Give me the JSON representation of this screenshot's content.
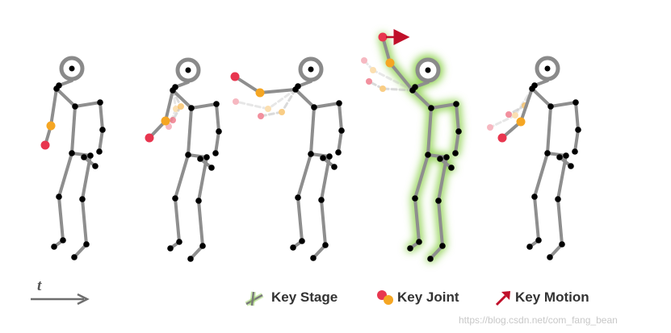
{
  "time_axis": {
    "label": "t"
  },
  "legend": {
    "key_stage": "Key Stage",
    "key_joint": "Key Joint",
    "key_motion": "Key Motion"
  },
  "watermark": "https://blog.csdn.net/com_fang_bean",
  "colors": {
    "bone": "#8e8e8e",
    "joint": "#000000",
    "key_joint_red": "#e8364f",
    "key_joint_orange": "#f5a623",
    "key_motion": "#c0102a",
    "key_stage_glow": "#8fd14f",
    "ghost": "#d9d9d9"
  },
  "figures": [
    {
      "id": "frame-1",
      "key_stage": false,
      "has_trail": false
    },
    {
      "id": "frame-2",
      "key_stage": false,
      "has_trail": true
    },
    {
      "id": "frame-3",
      "key_stage": false,
      "has_trail": true
    },
    {
      "id": "frame-4",
      "key_stage": true,
      "has_trail": true,
      "has_motion_arrow": true
    },
    {
      "id": "frame-5",
      "key_stage": false,
      "has_trail": true
    }
  ]
}
